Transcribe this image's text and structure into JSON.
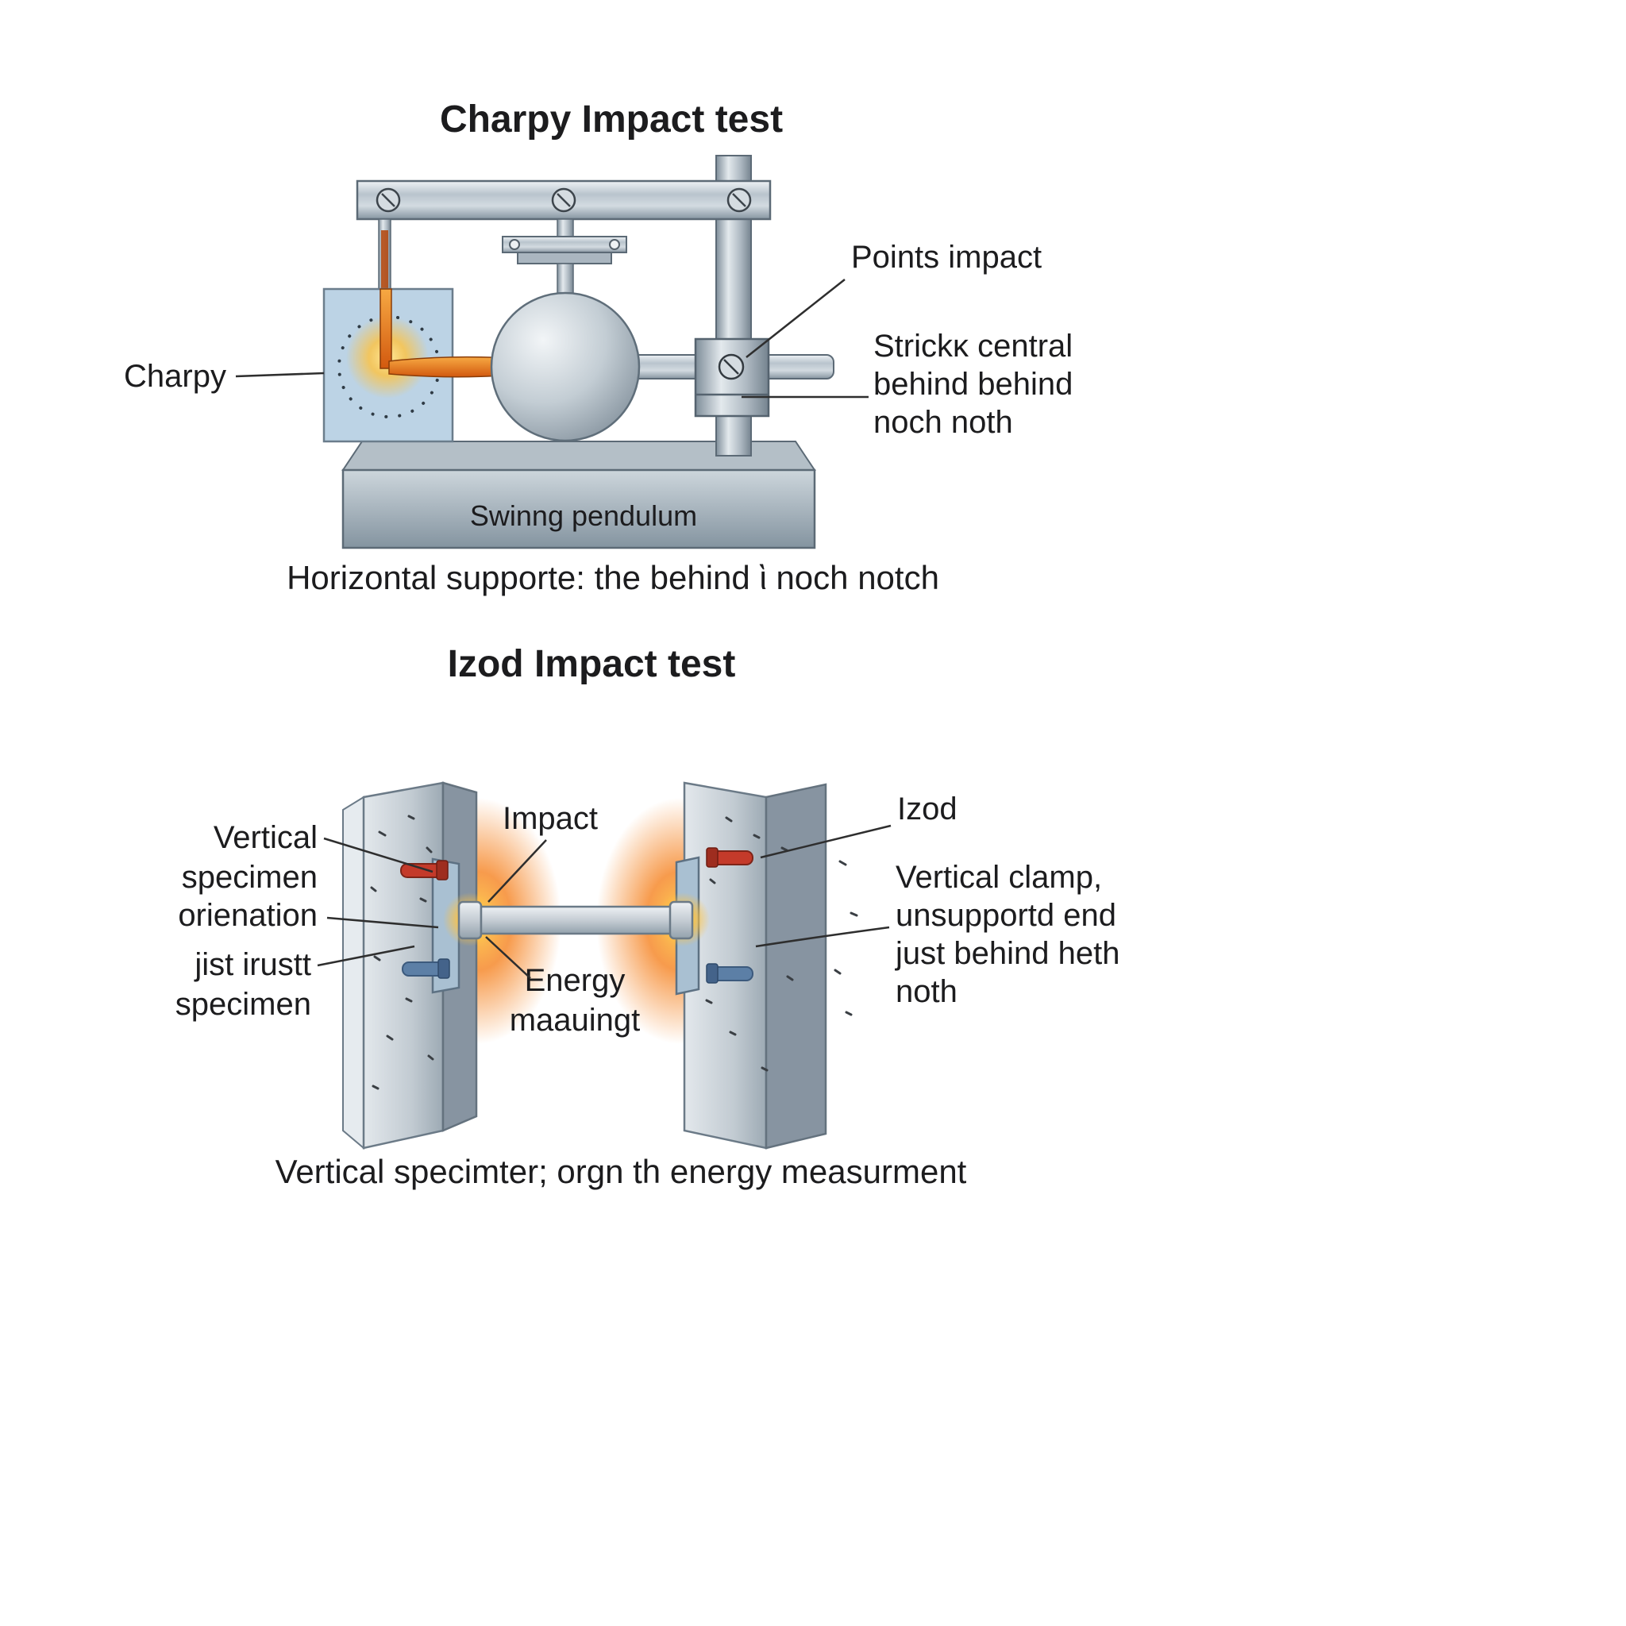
{
  "charpy": {
    "title": "Charpy Impact test",
    "specimen_label": "Charpy",
    "points_impact_label": "Points impact",
    "strike_label": [
      "Strickκ central",
      "behind behind",
      "noch noth"
    ],
    "base_label": "Swinng pendulum",
    "caption": "Horizontal supporte: the behind ὶ noch notch"
  },
  "izod": {
    "title": "Izod Impact test",
    "impact_label": "Impact",
    "izod_label": "Izod",
    "orientation_label": [
      "Vertical",
      "specimen",
      "orienation"
    ],
    "specimen_label": [
      "jist irustt",
      "specimen"
    ],
    "energy_label": [
      "Energy",
      "maauingt"
    ],
    "clamp_label": [
      "Vertical clamp,",
      "unsupportd end",
      "just behind heth",
      "noth"
    ],
    "caption": "Vertical specimter; orgn th energy measurment"
  },
  "colors": {
    "accent_orange": "#f58220",
    "metal_gray": "#9fadb8",
    "specimen_blue": "#bcd3e5",
    "bolt_red": "#c43a2a",
    "bolt_blue": "#5c7fa6",
    "text": "#1c1c1e"
  }
}
